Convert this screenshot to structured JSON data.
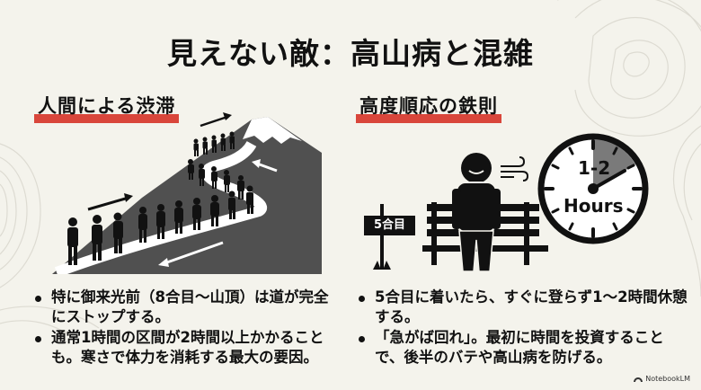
{
  "slide": {
    "title": "見えない敵：高山病と混雑",
    "background_color": "#f4f3ec",
    "accent_color": "#d9463b"
  },
  "left_section": {
    "heading": "人間による渋滞",
    "illustration": "mountain-hikers-congestion",
    "bullets": [
      "特に御来光前（8合目〜山頂）は道が完全にストップする。",
      "通常1時間の区間が2時間以上かかることも。寒さで体力を消耗する最大の要因。"
    ]
  },
  "right_section": {
    "heading": "高度順応の鉄則",
    "illustration": {
      "sign_label": "5合目",
      "clock_top": "1-2",
      "clock_bottom": "Hours"
    },
    "bullets": [
      "5合目に着いたら、すぐに登らず1〜2時間休憩する。",
      "「急がば回れ」。最初に時間を投資することで、後半のバテや高山病を防げる。"
    ]
  },
  "footer": {
    "brand": "NotebookLM",
    "brand_icon": "notebooklm-logo-icon"
  }
}
